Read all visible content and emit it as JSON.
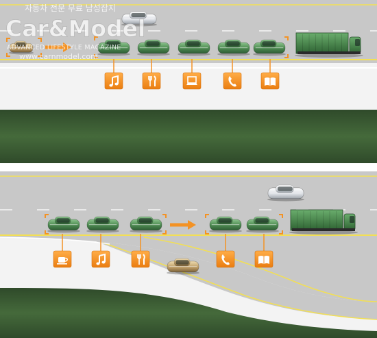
{
  "watermark": {
    "korean_tagline": "자동차 전문 무료 남성잡지",
    "title": "Car&Model",
    "subtitle": "ADVANCED LIFESTYLE MAGAZINE",
    "url": "www.carnmodel.com"
  },
  "colors": {
    "road": "#c9c9c9",
    "grass": "#3d5a34",
    "median": "#f4f4f4",
    "lane_yellow": "#f2df55",
    "accent_orange": "#f39224",
    "platoon_car": "#5f9a62",
    "lead_truck": "#4f8f55",
    "merging_car": "#c8aa6e",
    "other_car": "#e8eaee"
  },
  "scene_top": {
    "platoon_icons": [
      "music-note-icon",
      "fork-knife-icon",
      "laptop-icon",
      "phone-icon",
      "book-icon"
    ]
  },
  "scene_bottom": {
    "platoon_icons": [
      "coffee-cup-icon",
      "music-note-icon",
      "fork-knife-icon",
      "phone-icon",
      "book-icon"
    ]
  }
}
